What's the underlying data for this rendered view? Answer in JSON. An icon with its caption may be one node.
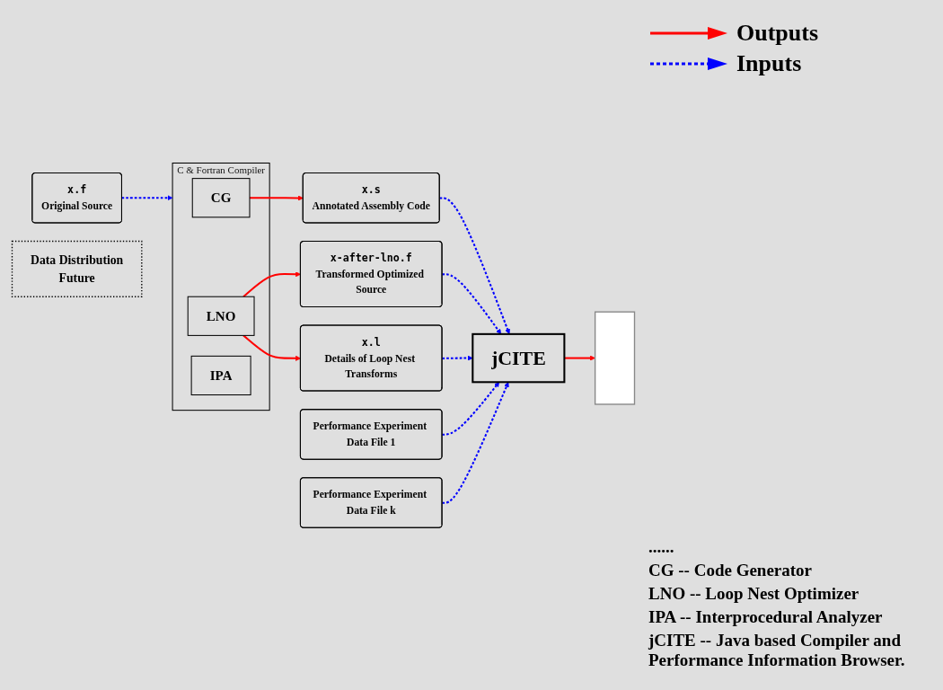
{
  "diagram": {
    "nodes": [
      {
        "text": [
          "x.f",
          "Original Source"
        ]
      },
      {
        "text": [
          "C & Fortran Compiler"
        ]
      },
      {
        "text": [
          "CG"
        ],
        "in": 1
      },
      {
        "text": [
          "LNO"
        ],
        "in": 1
      },
      {
        "text": [
          "IPA"
        ],
        "in": 1
      },
      {
        "text": [
          "Data Distribution",
          "Future"
        ]
      },
      {
        "text": [
          "x.s",
          "Annotated Assembly Code"
        ]
      },
      {
        "text": [
          "x-after-lno.f",
          "Transformed Optimized Source"
        ]
      },
      {
        "text": [
          "x.l",
          "Details of Loop Nest Transforms"
        ]
      },
      {
        "text": [
          "Performance Experiment Data File 1"
        ]
      },
      {
        "text": [
          "Performance Experiment Data File k"
        ]
      },
      {
        "text": [
          "jCITE"
        ]
      },
      {
        "text": [],
        "shape": "box"
      }
    ],
    "edges": [
      {
        "from": 0,
        "to": 1,
        "arrow": "to",
        "style": "dashed"
      },
      {
        "from": 2,
        "to": 6,
        "arrow": "to",
        "color": "#ff0000"
      },
      {
        "from": 3,
        "to": 7,
        "arrow": "to",
        "color": "#ff0000"
      },
      {
        "from": 3,
        "to": 8,
        "arrow": "to",
        "color": "#ff0000"
      },
      {
        "from": 6,
        "to": 11,
        "arrow": "to",
        "style": "dashed"
      },
      {
        "from": 7,
        "to": 11,
        "arrow": "to",
        "style": "dashed"
      },
      {
        "from": 8,
        "to": 11,
        "arrow": "to",
        "style": "dashed"
      },
      {
        "from": 9,
        "to": 11,
        "arrow": "to",
        "style": "dashed"
      },
      {
        "from": 10,
        "to": 11,
        "arrow": "to",
        "style": "dashed"
      },
      {
        "from": 11,
        "to": 12,
        "arrow": "to",
        "color": "#ff0000"
      }
    ],
    "labels": [
      "......",
      "CG -- Code Generator",
      "LNO -- Loop Nest Optimizer",
      "IPA -- Interprocedural Analyzer",
      "jCITE -- Java based Compiler and Performance Information Browser."
    ],
    "legend": [
      {
        "text": "Outputs"
      },
      {
        "text": "Inputs"
      }
    ]
  }
}
